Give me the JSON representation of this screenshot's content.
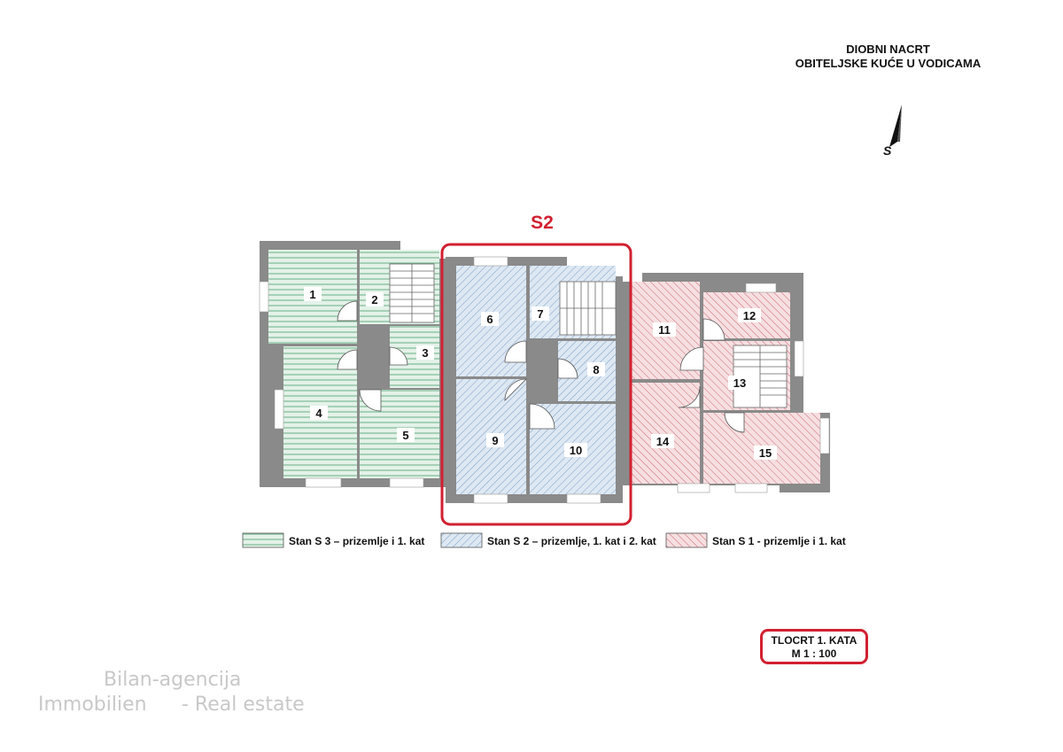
{
  "header": {
    "line1": "DIOBNI NACRT",
    "line2": "OBITELJSKE KUĆE U VODICAMA"
  },
  "north_arrow": {
    "label": "S",
    "icon": "north-arrow-icon"
  },
  "highlight": {
    "label": "S2",
    "color": "#d22030"
  },
  "units": [
    {
      "id": "S3",
      "color": "#cfe8d8",
      "hatch": "#5aa878",
      "hatch_style": "horizontal",
      "rooms": [
        "1",
        "2",
        "3",
        "4",
        "5"
      ]
    },
    {
      "id": "S2",
      "color": "#d3e1ef",
      "hatch": "#7d9cc0",
      "hatch_style": "diagonal",
      "rooms": [
        "6",
        "7",
        "8",
        "9",
        "10"
      ]
    },
    {
      "id": "S1",
      "color": "#f3d2d4",
      "hatch": "#cc6670",
      "hatch_style": "diagonal",
      "rooms": [
        "11",
        "12",
        "13",
        "14",
        "15"
      ]
    }
  ],
  "legend": [
    {
      "label": "Stan S 3 – prizemlje i 1. kat",
      "pattern": "s3"
    },
    {
      "label": "Stan S 2 – prizemlje, 1. kat i 2. kat",
      "pattern": "s2"
    },
    {
      "label": "Stan S 1 - prizemlje i 1. kat",
      "pattern": "s1"
    }
  ],
  "scale_box": {
    "line1": "TLOCRT 1. KATA",
    "line2": "M 1 : 100"
  },
  "watermark": {
    "line1": "Bilan-agencija",
    "line2a": "Immobilien",
    "line2b": "- Real estate"
  },
  "colors": {
    "wall": "#8a8a8a",
    "accent": "#d22030"
  }
}
